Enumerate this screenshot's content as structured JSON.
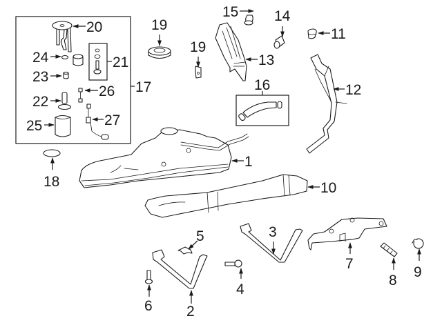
{
  "diagram": {
    "type": "exploded-parts-diagram",
    "subject": "Fuel tank assembly and components",
    "colors": {
      "line": "#1a1a1a",
      "background": "#ffffff"
    },
    "callouts": [
      {
        "number": "1",
        "part": "fuel-tank"
      },
      {
        "number": "2",
        "part": "front-tank-strap"
      },
      {
        "number": "3",
        "part": "rear-tank-strap"
      },
      {
        "number": "4",
        "part": "strap-bolt"
      },
      {
        "number": "5",
        "part": "strap-clip"
      },
      {
        "number": "6",
        "part": "strap-bolt-small"
      },
      {
        "number": "7",
        "part": "heat-shield-bracket"
      },
      {
        "number": "8",
        "part": "stud"
      },
      {
        "number": "9",
        "part": "nut"
      },
      {
        "number": "10",
        "part": "tank-protector-skid-plate"
      },
      {
        "number": "11",
        "part": "grommet"
      },
      {
        "number": "12",
        "part": "filler-pipe"
      },
      {
        "number": "13",
        "part": "filler-pipe-shield"
      },
      {
        "number": "14",
        "part": "bolt"
      },
      {
        "number": "15",
        "part": "clip"
      },
      {
        "number": "16",
        "part": "filler-hose-kit"
      },
      {
        "number": "17",
        "part": "fuel-pump-module-assembly"
      },
      {
        "number": "18",
        "part": "o-ring-gasket"
      },
      {
        "number": "19",
        "part": "cushion"
      },
      {
        "number": "19",
        "part": "clip-bracket"
      },
      {
        "number": "20",
        "part": "pump-flange-cover"
      },
      {
        "number": "21",
        "part": "pressure-regulator-kit"
      },
      {
        "number": "22",
        "part": "fuel-pump"
      },
      {
        "number": "23",
        "part": "cushion-small"
      },
      {
        "number": "24",
        "part": "seal"
      },
      {
        "number": "25",
        "part": "pump-filter-housing"
      },
      {
        "number": "26",
        "part": "sender-wire"
      },
      {
        "number": "27",
        "part": "fuel-level-sender"
      }
    ]
  }
}
